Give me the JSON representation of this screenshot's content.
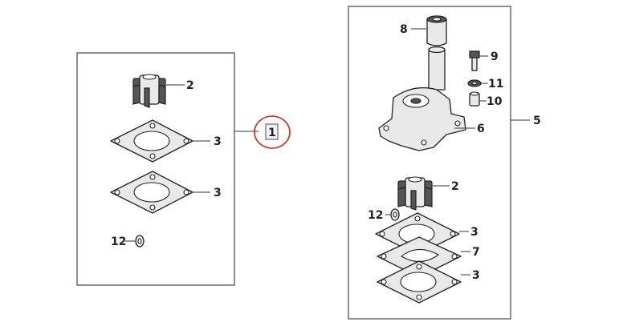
{
  "left_group": {
    "callout": "1",
    "labels": {
      "impeller": "2",
      "gasket_top": "3",
      "gasket_bottom": "3",
      "seal": "12"
    }
  },
  "right_group": {
    "assembly_label": "5",
    "labels": {
      "grommet": "8",
      "bolt": "9",
      "washer": "11",
      "collar": "10",
      "housing": "6",
      "impeller": "2",
      "seal": "12",
      "gasket_top": "3",
      "plate": "7",
      "gasket_bottom": "3"
    }
  },
  "colors": {
    "highlight_circle": "#d9342b",
    "callout_fill": "#f3f3f3"
  }
}
